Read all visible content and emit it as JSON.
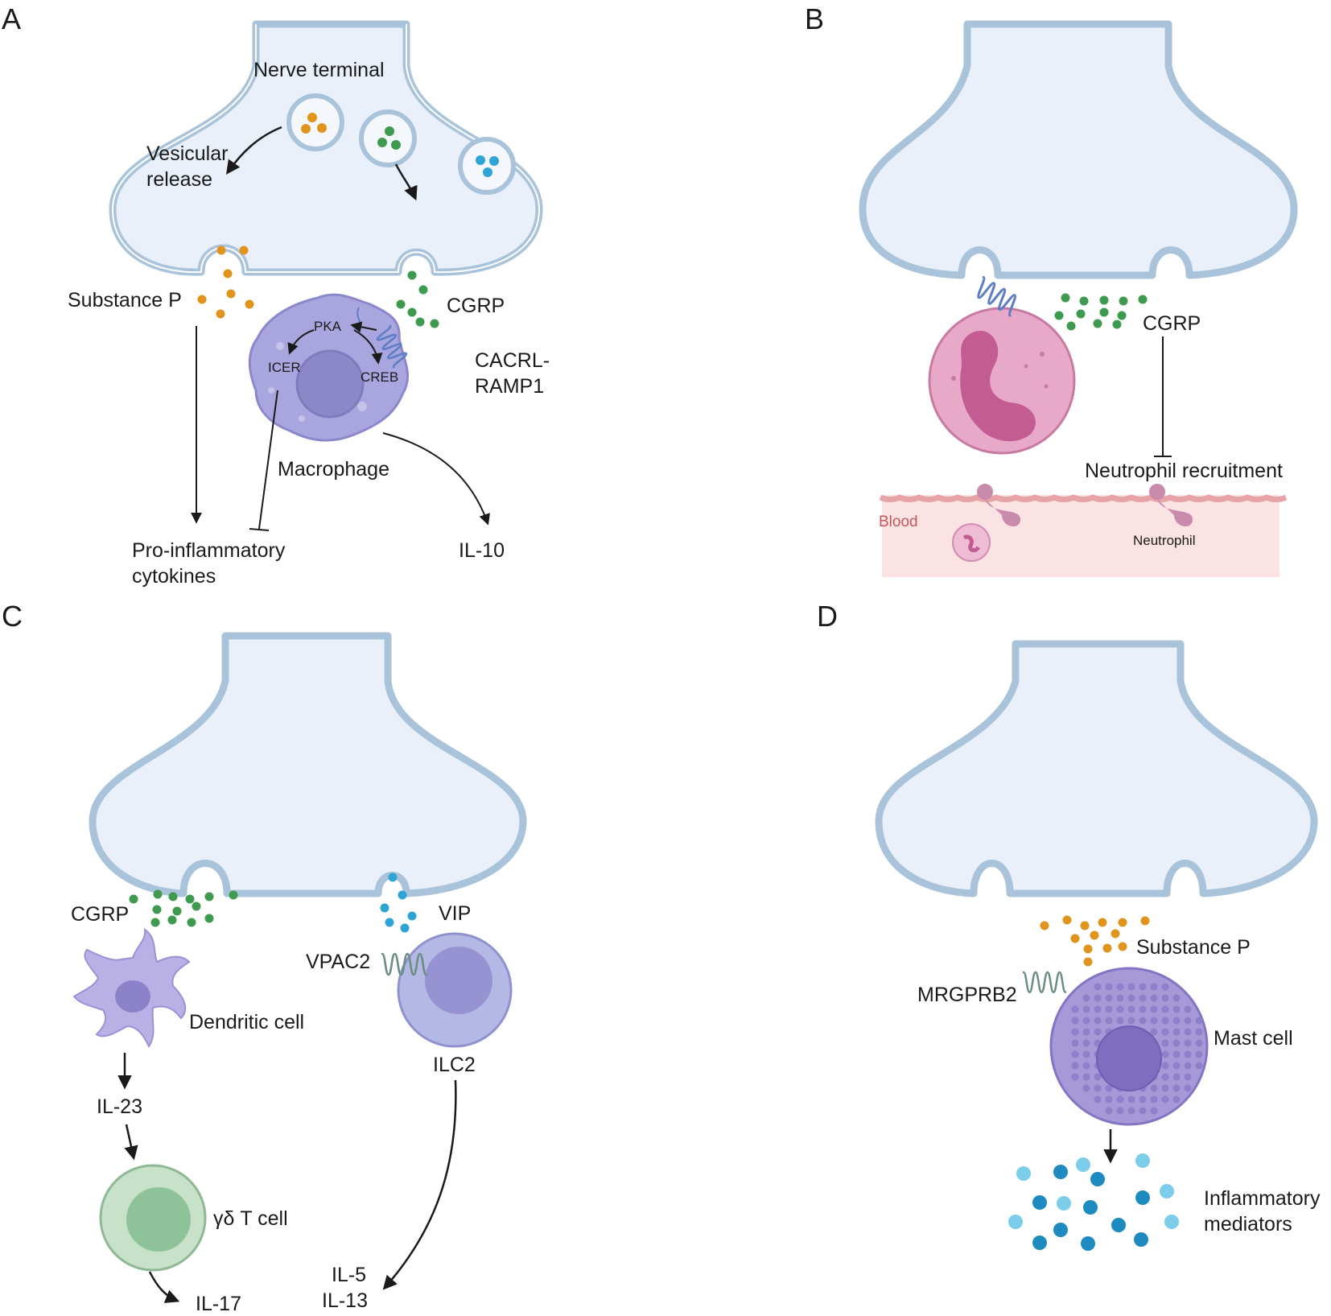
{
  "panels": {
    "a": {
      "letter": "A",
      "nerve_label": "Nerve terminal",
      "release_label_1": "Vesicular",
      "release_label_2": "release",
      "sp_label": "Substance P",
      "cgrp_label": "CGRP",
      "receptor_label_1": "CACRL-",
      "receptor_label_2": "RAMP1",
      "pka_label": "PKA",
      "icer_label": "ICER",
      "creb_label": "CREB",
      "macrophage_label": "Macrophage",
      "cytokines_label_1": "Pro-inflammatory",
      "cytokines_label_2": "cytokines",
      "il10_label": "IL-10"
    },
    "b": {
      "letter": "B",
      "cgrp_label": "CGRP",
      "recruitment_label": "Neutrophil recruitment",
      "blood_label": "Blood",
      "neutrophil_label": "Neutrophil"
    },
    "c": {
      "letter": "C",
      "cgrp_label": "CGRP",
      "vip_label": "VIP",
      "vpac2_label": "VPAC2",
      "dendritic_label": "Dendritic cell",
      "ilc2_label": "ILC2",
      "il23_label": "IL-23",
      "tcell_label": "γδ T cell",
      "il17_label": "IL-17",
      "il5_label": "IL-5",
      "il13_label": "IL-13"
    },
    "d": {
      "letter": "D",
      "sp_label": "Substance P",
      "receptor_label": "MRGPRB2",
      "mast_label": "Mast cell",
      "mediators_label_1": "Inflammatory",
      "mediators_label_2": "mediators"
    }
  },
  "colors": {
    "membrane_fill": "#e9f0fa",
    "membrane_stroke": "#a9c3db",
    "substance_p": "#e0941c",
    "cgrp": "#3e9a4f",
    "vip": "#2ea3d6",
    "macrophage": "#a9a6df",
    "neutrophil": "#e8a9c8",
    "dendritic": "#b9b1e6",
    "ilc2": "#b3b8e4",
    "tcell": "#c8e2c9",
    "mast": "#a799d8",
    "mediator_light": "#7ccde9",
    "mediator_dark": "#1d8bc0",
    "blood": "#fbe3e3"
  },
  "icons": [
    "nerve-terminal",
    "vesicle",
    "gpcr-receptor",
    "macrophage",
    "neutrophil",
    "dendritic-cell",
    "ilc2-cell",
    "t-cell",
    "mast-cell"
  ]
}
